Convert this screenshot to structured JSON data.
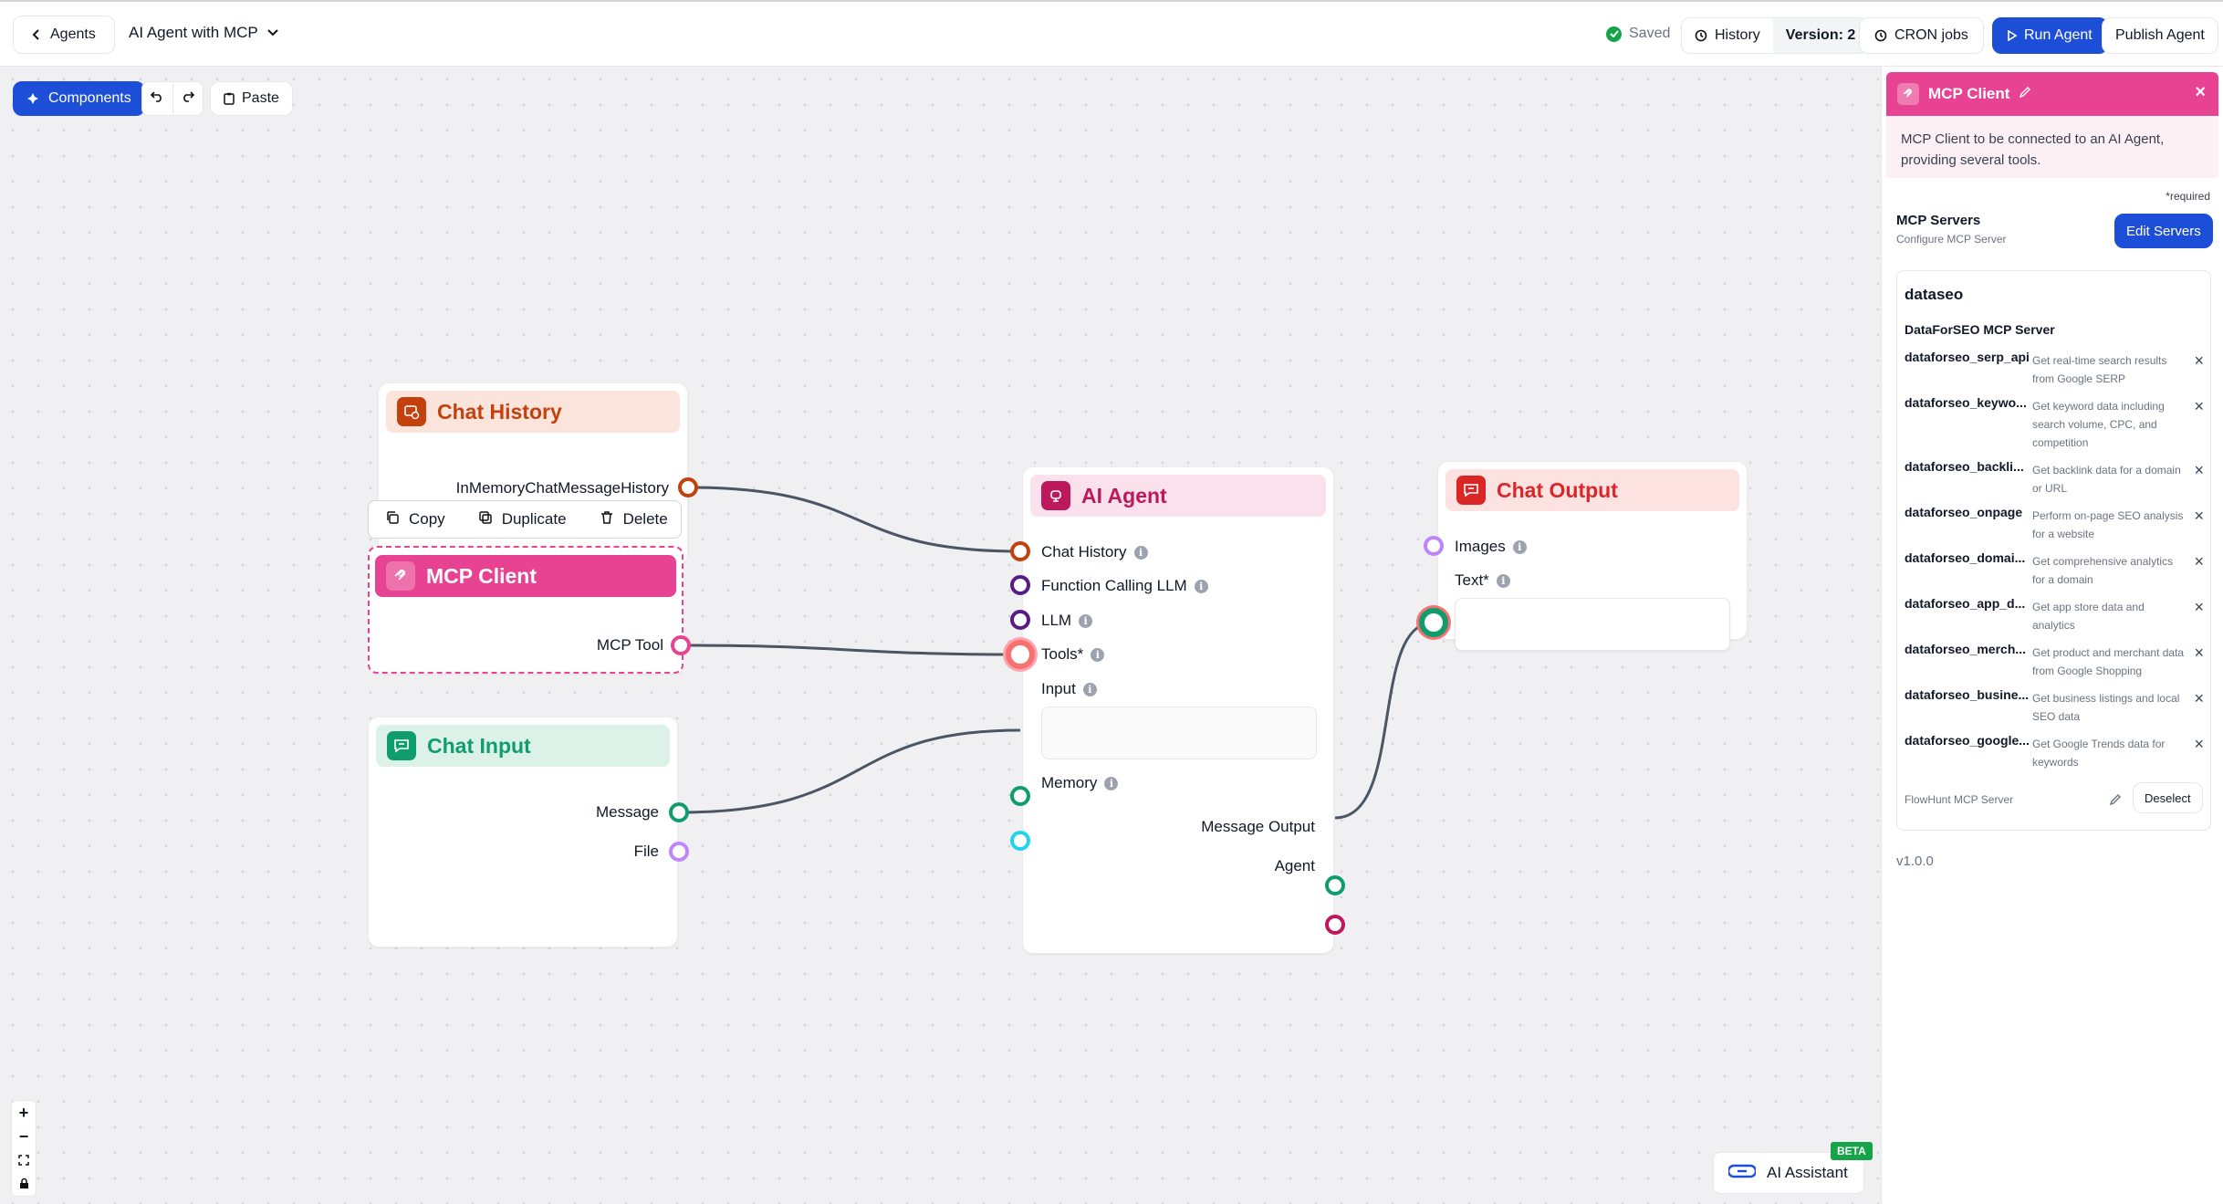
{
  "topbar": {
    "back_label": "Agents",
    "flow_title": "AI Agent with MCP",
    "saved_label": "Saved",
    "history_label": "History",
    "version_label": "Version: 2",
    "cron_label": "CRON jobs",
    "run_label": "Run Agent",
    "publish_label": "Publish Agent"
  },
  "canvas_toolbar": {
    "components_label": "Components",
    "paste_label": "Paste"
  },
  "node_toolbar": {
    "copy_label": "Copy",
    "duplicate_label": "Duplicate",
    "delete_label": "Delete"
  },
  "nodes": {
    "chat_history": {
      "title": "Chat History",
      "output": "InMemoryChatMessageHistory",
      "color": "#c2410c",
      "bg": "#fbe4dc"
    },
    "mcp_client": {
      "title": "MCP Client",
      "output": "MCP Tool",
      "color": "#e84393"
    },
    "chat_input": {
      "title": "Chat Input",
      "output_message": "Message",
      "output_file": "File",
      "color": "#0f9d6e",
      "bg": "#dcf1e8"
    },
    "ai_agent": {
      "title": "AI Agent",
      "inputs": [
        "Chat History",
        "Function Calling LLM",
        "LLM",
        "Tools*",
        "Input",
        "Memory"
      ],
      "outputs": [
        "Message Output",
        "Agent"
      ],
      "color": "#be185d",
      "bg": "#fbe1ec"
    },
    "chat_output": {
      "title": "Chat Output",
      "inputs": [
        "Images",
        "Text*"
      ],
      "color": "#dc2626",
      "bg": "#fde2e2"
    }
  },
  "ai_assistant": {
    "label": "AI Assistant",
    "badge": "BETA"
  },
  "panel": {
    "title": "MCP Client",
    "description": "MCP Client to be connected to an AI Agent, providing several tools.",
    "required_note": "*required",
    "servers_label": "MCP Servers",
    "servers_sub": "Configure MCP Server",
    "edit_servers_label": "Edit Servers",
    "server": {
      "name": "dataseo",
      "full_name": "DataForSEO MCP Server",
      "tools": [
        {
          "name": "dataforseo_serp_api",
          "desc": "Get real-time search results from Google SERP"
        },
        {
          "name": "dataforseo_keywo...",
          "desc": "Get keyword data including search volume, CPC, and competition"
        },
        {
          "name": "dataforseo_backli...",
          "desc": "Get backlink data for a domain or URL"
        },
        {
          "name": "dataforseo_onpage",
          "desc": "Perform on-page SEO analysis for a website"
        },
        {
          "name": "dataforseo_domai...",
          "desc": "Get comprehensive analytics for a domain"
        },
        {
          "name": "dataforseo_app_d...",
          "desc": "Get app store data and analytics"
        },
        {
          "name": "dataforseo_merch...",
          "desc": "Get product and merchant data from Google Shopping"
        },
        {
          "name": "dataforseo_busine...",
          "desc": "Get business listings and local SEO data"
        },
        {
          "name": "dataforseo_google...",
          "desc": "Get Google Trends data for keywords"
        }
      ],
      "footer_label": "FlowHunt MCP Server",
      "deselect_label": "Deselect"
    },
    "version": "v1.0.0"
  }
}
